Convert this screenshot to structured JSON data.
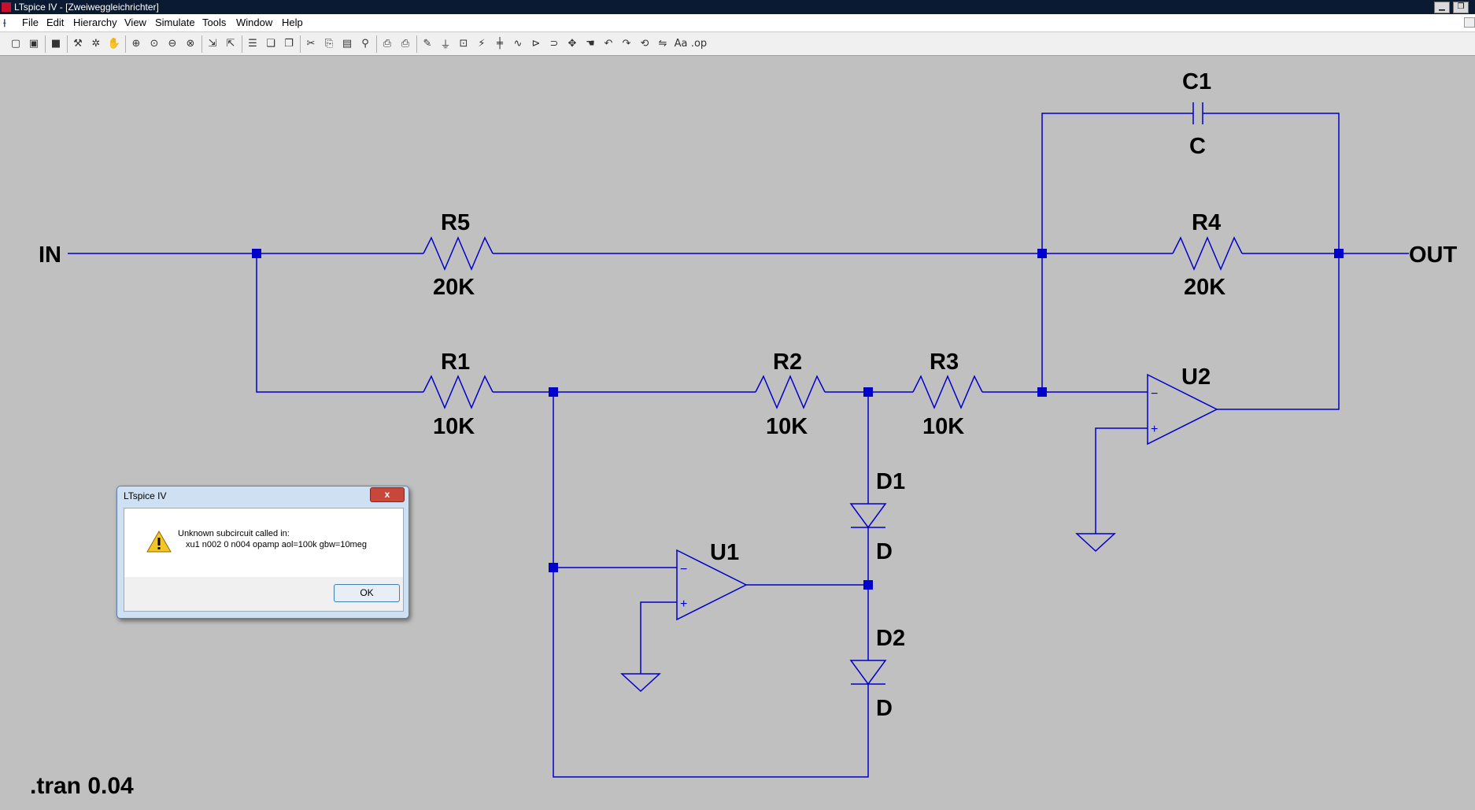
{
  "window": {
    "title": "LTspice IV - [Zweiweggleichrichter]",
    "minimize_glyph": "▁",
    "restore_glyph": "❐"
  },
  "menubar": {
    "items": [
      {
        "label": "File"
      },
      {
        "label": "Edit"
      },
      {
        "label": "Hierarchy"
      },
      {
        "label": "View"
      },
      {
        "label": "Simulate"
      },
      {
        "label": "Tools"
      },
      {
        "label": "Window"
      },
      {
        "label": "Help"
      }
    ]
  },
  "toolbar": {
    "buttons": [
      {
        "icon": "new-schematic-icon",
        "glyph": "▢"
      },
      {
        "icon": "open-icon",
        "glyph": "▣"
      },
      {
        "icon": "save-icon",
        "glyph": "■"
      },
      {
        "icon": "control-panel-icon",
        "glyph": "⚒"
      },
      {
        "icon": "run-icon",
        "glyph": "✲"
      },
      {
        "icon": "halt-icon",
        "glyph": "✋"
      },
      {
        "icon": "zoom-in-icon",
        "glyph": "⊕"
      },
      {
        "icon": "zoom-pan-icon",
        "glyph": "⊙"
      },
      {
        "icon": "zoom-out-icon",
        "glyph": "⊖"
      },
      {
        "icon": "zoom-fit-icon",
        "glyph": "⊗"
      },
      {
        "icon": "autorange-icon",
        "glyph": "⇲"
      },
      {
        "icon": "plot-settings-icon",
        "glyph": "⇱"
      },
      {
        "icon": "tile-horizontal-icon",
        "glyph": "☰"
      },
      {
        "icon": "cascade-icon",
        "glyph": "❏"
      },
      {
        "icon": "tile-vertical-icon",
        "glyph": "❐"
      },
      {
        "icon": "cut-icon",
        "glyph": "✂"
      },
      {
        "icon": "copy-icon",
        "glyph": "⎘"
      },
      {
        "icon": "paste-icon",
        "glyph": "▤"
      },
      {
        "icon": "find-icon",
        "glyph": "⚲"
      },
      {
        "icon": "print-setup-icon",
        "glyph": "⎙"
      },
      {
        "icon": "print-icon",
        "glyph": "⎙"
      },
      {
        "icon": "draw-wire-icon",
        "glyph": "✎"
      },
      {
        "icon": "ground-icon",
        "glyph": "⏚"
      },
      {
        "icon": "label-net-icon",
        "glyph": "⊡"
      },
      {
        "icon": "resistor-icon",
        "glyph": "⚡"
      },
      {
        "icon": "capacitor-icon",
        "glyph": "╪"
      },
      {
        "icon": "inductor-icon",
        "glyph": "∿"
      },
      {
        "icon": "diode-icon",
        "glyph": "⊳"
      },
      {
        "icon": "component-icon",
        "glyph": "⊃"
      },
      {
        "icon": "move-icon",
        "glyph": "✥"
      },
      {
        "icon": "drag-icon",
        "glyph": "☚"
      },
      {
        "icon": "undo-icon",
        "glyph": "↶"
      },
      {
        "icon": "redo-icon",
        "glyph": "↷"
      },
      {
        "icon": "rotate-icon",
        "glyph": "⟲"
      },
      {
        "icon": "mirror-icon",
        "glyph": "⇋"
      },
      {
        "icon": "text-icon",
        "glyph": "Aa"
      },
      {
        "icon": "spice-directive-icon",
        "glyph": ".op"
      }
    ]
  },
  "schematic": {
    "wire_color": "#0000cc",
    "text_color": "#000000",
    "labels": {
      "in": "IN",
      "out": "OUT",
      "c1_name": "C1",
      "c1_value": "C",
      "r5_name": "R5",
      "r5_value": "20K",
      "r4_name": "R4",
      "r4_value": "20K",
      "r1_name": "R1",
      "r1_value": "10K",
      "r2_name": "R2",
      "r2_value": "10K",
      "r3_name": "R3",
      "r3_value": "10K",
      "u2_name": "U2",
      "u1_name": "U1",
      "d1_name": "D1",
      "d1_value": "D",
      "d2_name": "D2",
      "d2_value": "D",
      "opamp_minus": "−",
      "opamp_plus": "+",
      "directive": ".tran 0.04"
    }
  },
  "dialog": {
    "title": "LTspice IV",
    "close_glyph": "x",
    "message_line1": "Unknown subcircuit called in:",
    "message_line2": "xu1 n002 0 n004 opamp aol=100k gbw=10meg",
    "ok_label": "OK"
  }
}
